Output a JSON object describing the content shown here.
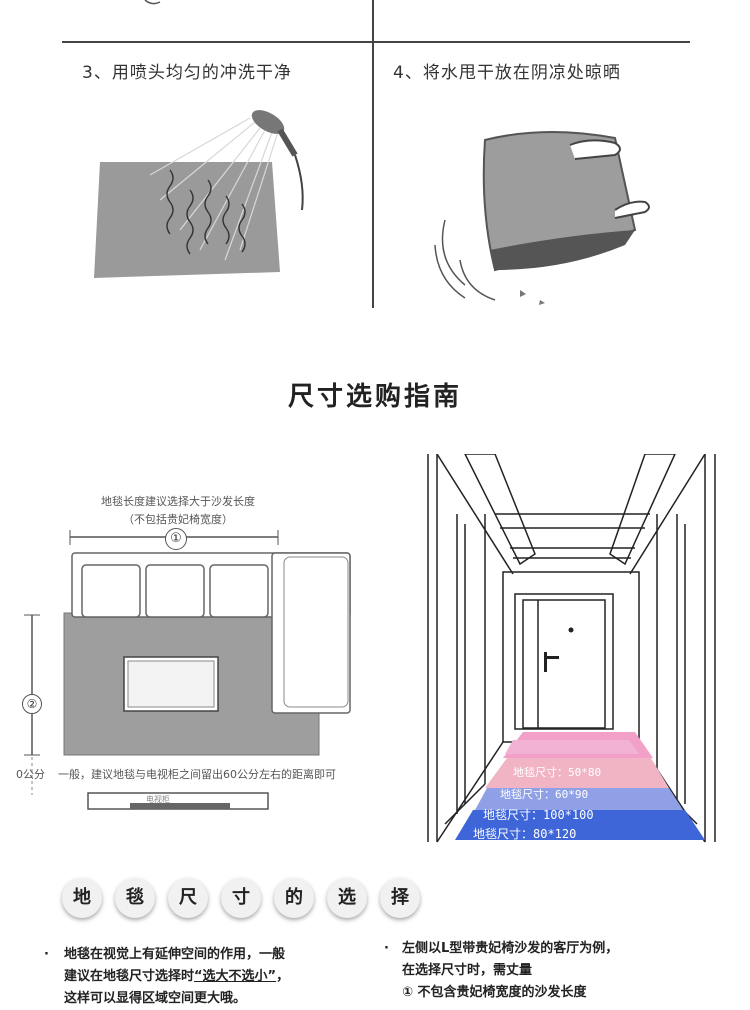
{
  "steps": {
    "step3": "3、用喷头均匀的冲洗干净",
    "step4": "4、将水甩干放在阴凉处晾晒"
  },
  "guide": {
    "title": "尺寸选购指南",
    "diagram_note_line1": "地毯长度建议选择大于沙发长度",
    "diagram_note_line2": "（不包括贵妃椅宽度）",
    "marker1": "①",
    "marker2": "②",
    "distance_unit": "0公分",
    "distance_note": "一般，建议地毯与电视柜之间留出60公分左右的距离即可",
    "tv_label": "电视柜"
  },
  "rug_sizes": [
    {
      "label": "地毯尺寸：50*80",
      "color": "#f2a0c8"
    },
    {
      "label": "地毯尺寸：60*90",
      "color": "#f0b4c4"
    },
    {
      "label": "地毯尺寸：100*100",
      "color": "#8fa0e6"
    },
    {
      "label": "地毯尺寸：80*120",
      "color": "#3f66d8"
    }
  ],
  "selection": {
    "heading_chars": [
      "地",
      "毯",
      "尺",
      "寸",
      "的",
      "选",
      "择"
    ],
    "left_line1": "地毯在视觉上有延伸空间的作用，一般",
    "left_line2_pre": "建议在地毯尺寸选择时",
    "left_line2_em": "“选大不选小”",
    "left_line2_post": "，",
    "left_line3": "这样可以显得区域空间更大哦。",
    "right_line1": "左侧以L型带贵妃椅沙发的客厅为例，",
    "right_line2": "在选择尺寸时，需丈量",
    "right_line3": "① 不包含贵妃椅宽度的沙发长度"
  }
}
